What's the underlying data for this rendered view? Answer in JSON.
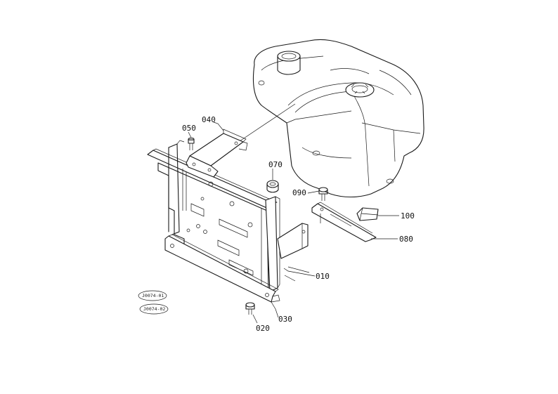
{
  "diagram": {
    "callouts": [
      {
        "id": "010",
        "text": "010"
      },
      {
        "id": "020",
        "text": "020"
      },
      {
        "id": "030",
        "text": "030"
      },
      {
        "id": "040",
        "text": "040"
      },
      {
        "id": "050",
        "text": "050"
      },
      {
        "id": "070",
        "text": "070"
      },
      {
        "id": "080",
        "text": "080"
      },
      {
        "id": "090",
        "text": "090"
      },
      {
        "id": "100",
        "text": "100"
      }
    ],
    "stamps": [
      "J0074-01",
      "J0074-02"
    ]
  }
}
